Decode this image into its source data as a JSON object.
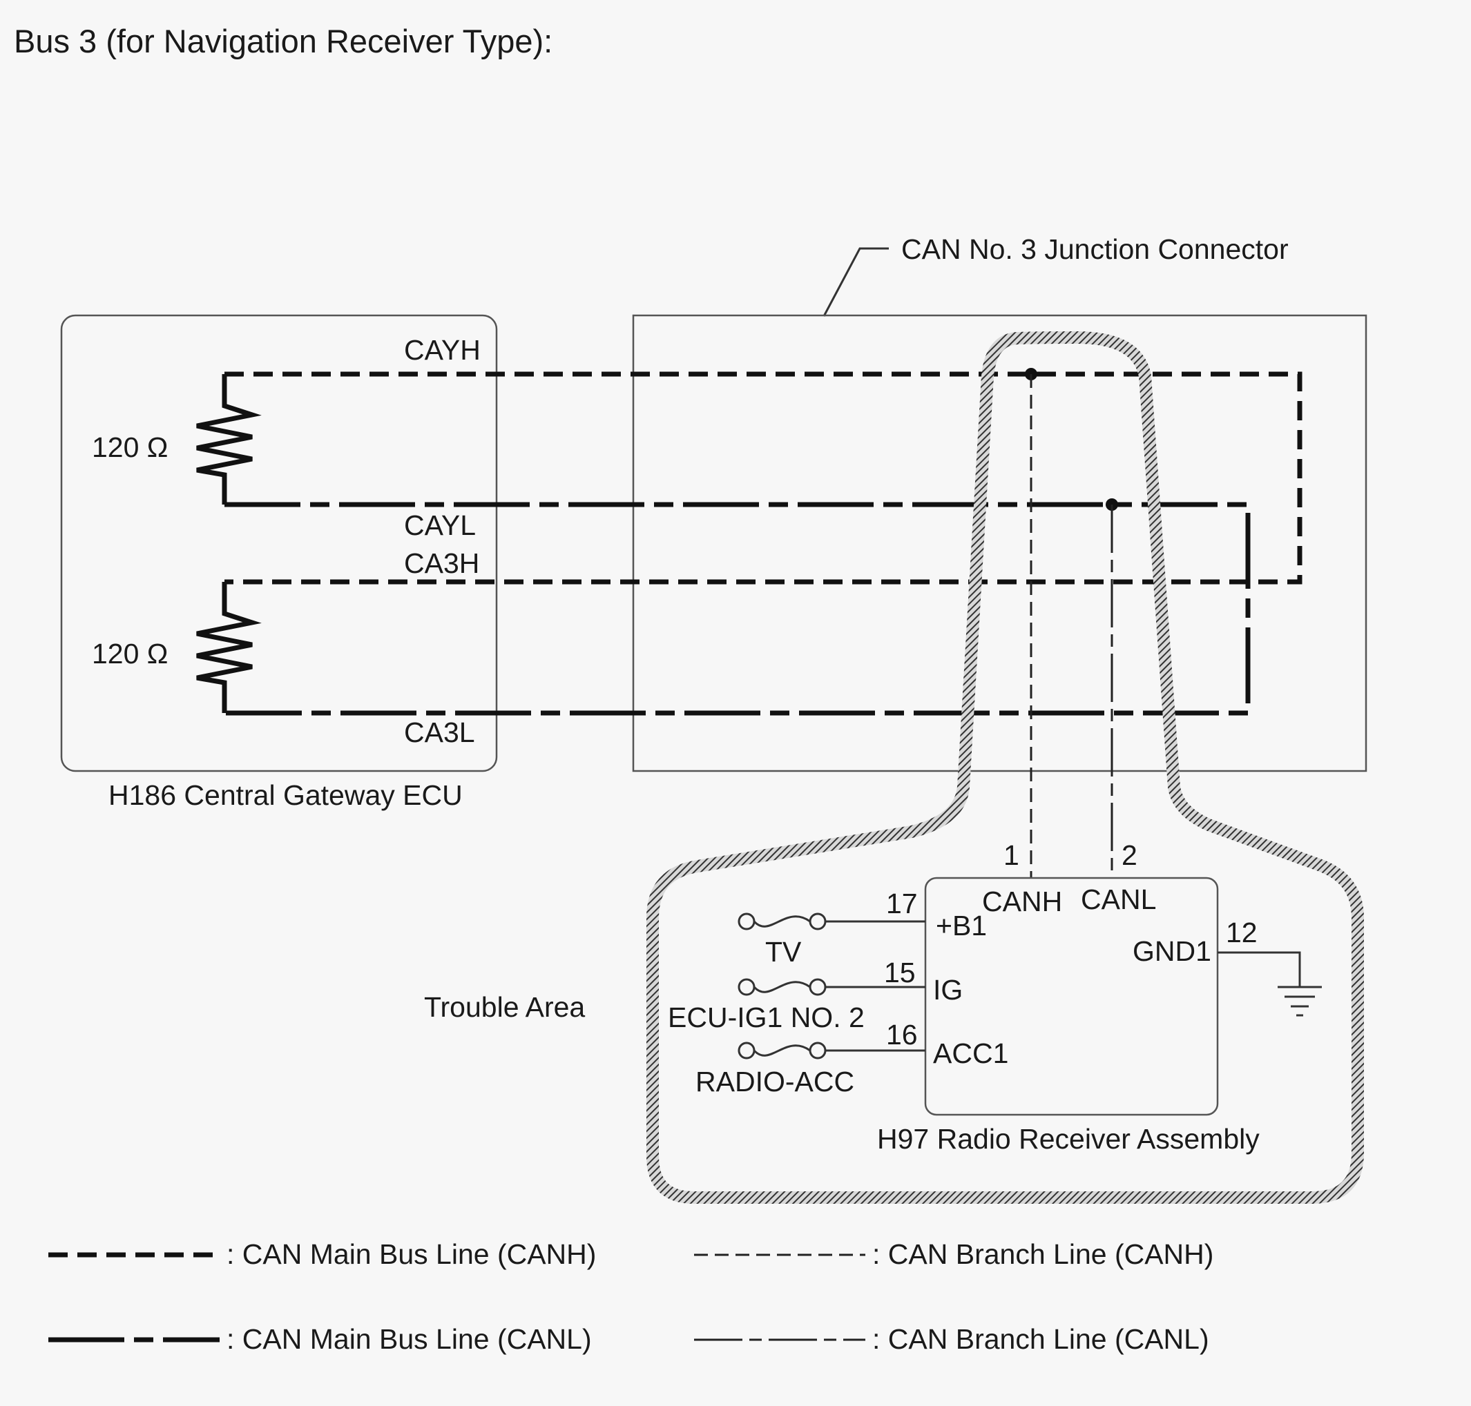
{
  "title": "Bus 3 (for Navigation Receiver Type):",
  "junction_connector": {
    "label": "CAN No. 3 Junction Connector"
  },
  "gateway": {
    "label": "H186   Central Gateway ECU",
    "resistor_top": "120 Ω",
    "resistor_bottom": "120 Ω",
    "pins": {
      "cayh": "CAYH",
      "cayl": "CAYL",
      "ca3h": "CA3H",
      "ca3l": "CA3L"
    }
  },
  "radio": {
    "label": "H97   Radio Receiver Assembly",
    "pin_canh": "CANH",
    "pin_canl": "CANL",
    "pin_canh_num": "1",
    "pin_canl_num": "2",
    "pin_b1": "+B1",
    "pin_b1_num": "17",
    "pin_ig": "IG",
    "pin_ig_num": "15",
    "pin_acc1": "ACC1",
    "pin_acc1_num": "16",
    "pin_gnd1": "GND1",
    "pin_gnd1_num": "12"
  },
  "fuses": {
    "tv": "TV",
    "ecu_ig1": "ECU-IG1 NO. 2",
    "radio_acc": "RADIO-ACC"
  },
  "trouble_area": "Trouble Area",
  "legend": {
    "main_canh": ": CAN Main Bus Line (CANH)",
    "main_canl": ": CAN Main Bus Line (CANL)",
    "branch_canh": ": CAN Branch Line (CANH)",
    "branch_canl": ": CAN Branch Line (CANL)"
  }
}
